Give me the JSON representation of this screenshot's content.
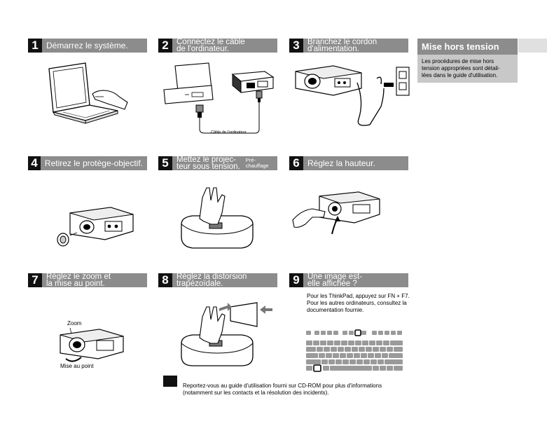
{
  "steps": [
    {
      "num": "1",
      "line1": "Démarrez le système.",
      "line2": ""
    },
    {
      "num": "2",
      "line1": "Connectez le câble",
      "line2": "de l'ordinateur."
    },
    {
      "num": "3",
      "line1": "Branchez le cordon",
      "line2": "d'alimentation."
    },
    {
      "num": "4",
      "line1": "Retirez le protège-objectif.",
      "line2": ""
    },
    {
      "num": "5",
      "line1": "Mettez le projec-",
      "line2": "teur sous tension.",
      "note1": "Pré-",
      "note2": "chauffage"
    },
    {
      "num": "6",
      "line1": "Réglez la hauteur.",
      "line2": ""
    },
    {
      "num": "7",
      "line1": "Réglez le zoom et",
      "line2": "la mise au point."
    },
    {
      "num": "8",
      "line1": "Réglez la distorsion",
      "line2": "trapézoïdale."
    },
    {
      "num": "9",
      "line1": "Une image est-",
      "line2": "elle affichée ?"
    }
  ],
  "sidebar": {
    "title": "Mise hors tension",
    "line1": "Les procédures de mise hors",
    "line2": "tension appropriées sont détail-",
    "line3": "lées dans le guide d'utilisation."
  },
  "step2_cable_label": "Câble de l'ordinateur",
  "step7_zoom_label": "Zoom",
  "step7_focus_label": "Mise au point",
  "step9_text": {
    "line1": "Pour les ThinkPad, appuyez sur FN + F7.",
    "line2": "Pour les autres ordinateurs, consultez la",
    "line3": "documentation fournie."
  },
  "footer": {
    "line1": "Reportez-vous au guide d'utilisation fourni sur CD-ROM pour plus d'informations",
    "line2": "(notamment sur les contacts et la résolution des incidents)."
  }
}
